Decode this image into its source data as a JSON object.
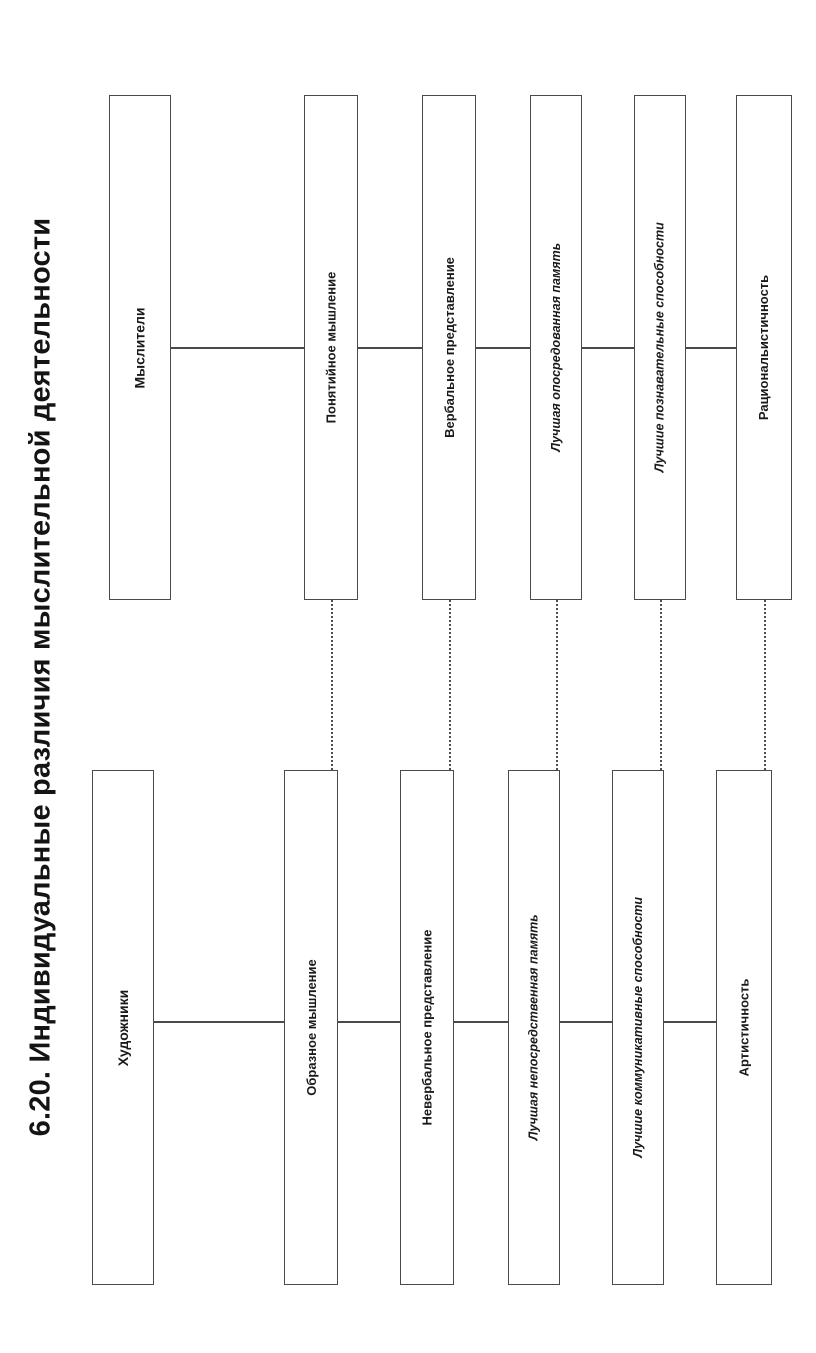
{
  "page": {
    "title": "6.20. Индивидуальные различия мыслительной деятельности",
    "orientation": "rotated-90-ccw",
    "background_color": "#ffffff",
    "line_color": "#4a4a4a",
    "text_color": "#1a1a1a"
  },
  "diagram": {
    "type": "tree",
    "groups": [
      {
        "id": "thinkers",
        "root": {
          "label": "Мыслители",
          "style": "bold"
        },
        "children": [
          {
            "label": "Понятийное мышление",
            "style": "bold"
          },
          {
            "label": "Вербальное представление",
            "style": "bold"
          },
          {
            "label": "Лучшая опосредованная память",
            "style": "italic"
          },
          {
            "label": "Лучшие познавательные способности",
            "style": "italic"
          },
          {
            "label": "Рациональистичность",
            "style": "bold"
          }
        ]
      },
      {
        "id": "artists",
        "root": {
          "label": "Художники",
          "style": "bold"
        },
        "children": [
          {
            "label": "Образное мышление",
            "style": "bold"
          },
          {
            "label": "Невербальное представление",
            "style": "bold"
          },
          {
            "label": "Лучшая непосредственная память",
            "style": "italic"
          },
          {
            "label": "Лучшие коммуникативные способности",
            "style": "italic"
          },
          {
            "label": "Артистичность",
            "style": "bold"
          }
        ]
      }
    ],
    "cross_links": [
      {
        "from": "Понятийное мышление",
        "to": "Образное мышление",
        "style": "dotted"
      },
      {
        "from": "Вербальное представление",
        "to": "Невербальное представление",
        "style": "dotted"
      },
      {
        "from": "Лучшая опосредованная память",
        "to": "Лучшая непосредственная память",
        "style": "dotted"
      },
      {
        "from": "Лучшие познавательные способности",
        "to": "Лучшие коммуникативные способности",
        "style": "dotted"
      },
      {
        "from": "Рациональистичность",
        "to": "Артистичность",
        "style": "dotted"
      }
    ]
  }
}
